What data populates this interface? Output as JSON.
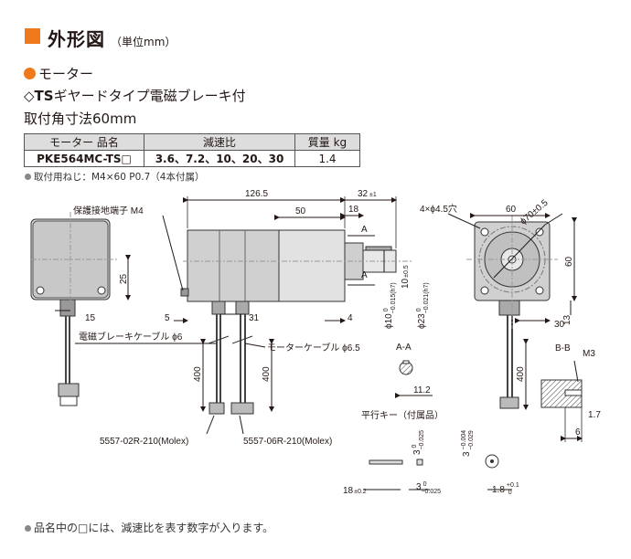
{
  "header": {
    "title": "外形図",
    "unit": "（単位mm）"
  },
  "sections": {
    "motor": "モーター",
    "type_mark": "◇",
    "type_bold": "TS",
    "type_rest": "ギヤードタイプ電磁ブレーキ付",
    "mount": "取付角寸法60mm"
  },
  "spec_table": {
    "headers": [
      "モーター 品名",
      "減速比",
      "質量 kg"
    ],
    "row": [
      "PKE564MC-TS□",
      "3.6、7.2、10、20、30",
      "1.4"
    ]
  },
  "notes": {
    "screws": "取付用ねじ：M4×60 P0.7（4本付属）",
    "footer": "品名中の□には、減速比を表す数字が入ります。"
  },
  "drawing": {
    "ground_terminal": "保護接地端子 M4",
    "brake_cable": "電磁ブレーキケーブル ϕ6",
    "motor_cable": "モーターケーブル ϕ6.5",
    "conn_brake": "5557-02R-210(Molex)",
    "conn_motor": "5557-06R-210(Molex)",
    "key_title": "平行キー（付属品）",
    "label_aa": "A-A",
    "label_bb": "B-B",
    "label_a": "A",
    "label_m3": "M3",
    "holes": "4×ϕ4.5穴",
    "pcd": "ϕ70±0.5",
    "dim_126_5": "126.5",
    "dim_32": "32",
    "dim_32_tol": "±1",
    "dim_18": "18",
    "dim_50": "50",
    "dim_60_top": "60",
    "dim_60_side": "60",
    "dim_25": "25",
    "dim_15": "15",
    "dim_5": "5",
    "dim_31": "31",
    "dim_4": "4",
    "dim_30": "30",
    "dim_13": "13",
    "dim_400_a": "400",
    "dim_400_b": "400",
    "dim_400_c": "400",
    "dim_phi10": "ϕ10",
    "dim_phi10_tol_hi": "0",
    "dim_phi10_tol_lo": "−0.015(h7)",
    "dim_10": "10",
    "dim_10_tol": "±0.5",
    "dim_phi23": "ϕ23",
    "dim_phi23_tol_hi": "0",
    "dim_phi23_tol_lo": "−0.021(h7)",
    "dim_11_2": "11.2",
    "dim_1_7": "1.7",
    "dim_6": "6",
    "dim_18_key": "18",
    "dim_18_key_tol": "±0.2",
    "dim_3a": "3",
    "dim_3a_tol_hi": "0",
    "dim_3a_tol_lo": "−0.025",
    "dim_3b": "3",
    "dim_3b_tol_hi": "0",
    "dim_3b_tol_lo": "−0.025",
    "dim_3c": "3",
    "dim_3c_tol_hi": "−0.004",
    "dim_3c_tol_lo": "−0.029",
    "dim_1_8": "1.8",
    "dim_1_8_tol_hi": "+0.1",
    "dim_1_8_tol_lo": "0"
  },
  "colors": {
    "accent": "#ee7a1c",
    "table_header": "#dddddd"
  }
}
